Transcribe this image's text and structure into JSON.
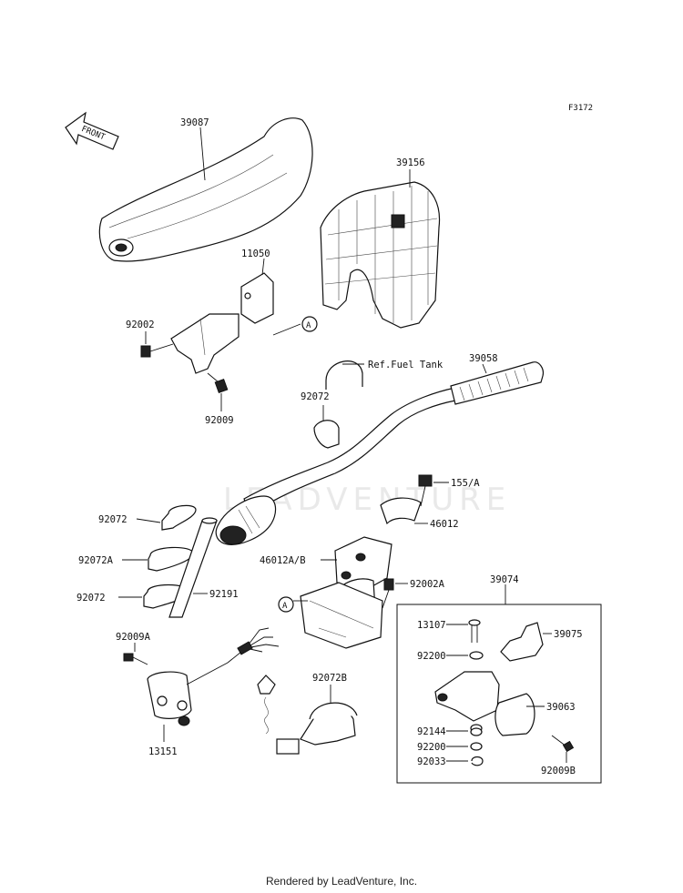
{
  "figure_code": "F3172",
  "front_label": "FRONT",
  "watermark": "LEADVENTURE",
  "ref_callout": "A",
  "part_labels": {
    "p39087": "39087",
    "p39156": "39156",
    "p11050": "11050",
    "p92002": "92002",
    "p92009": "92009",
    "pRefFuel": "Ref.Fuel Tank",
    "p39058": "39058",
    "p92072_top": "92072",
    "p155A": "155/A",
    "p46012": "46012",
    "p46012AB": "46012A/B",
    "p92002A": "92002A",
    "p92072_a": "92072",
    "p92072A": "92072A",
    "p92072_b": "92072",
    "p92191": "92191",
    "p92009A": "92009A",
    "p13151": "13151",
    "p92072B": "92072B",
    "p39074": "39074",
    "p13107": "13107",
    "p39075": "39075",
    "p92200_a": "92200",
    "p39063": "39063",
    "p92144": "92144",
    "p92200_b": "92200",
    "p92033": "92033",
    "p92009B": "92009B"
  },
  "footer": "Rendered by LeadVenture, Inc."
}
